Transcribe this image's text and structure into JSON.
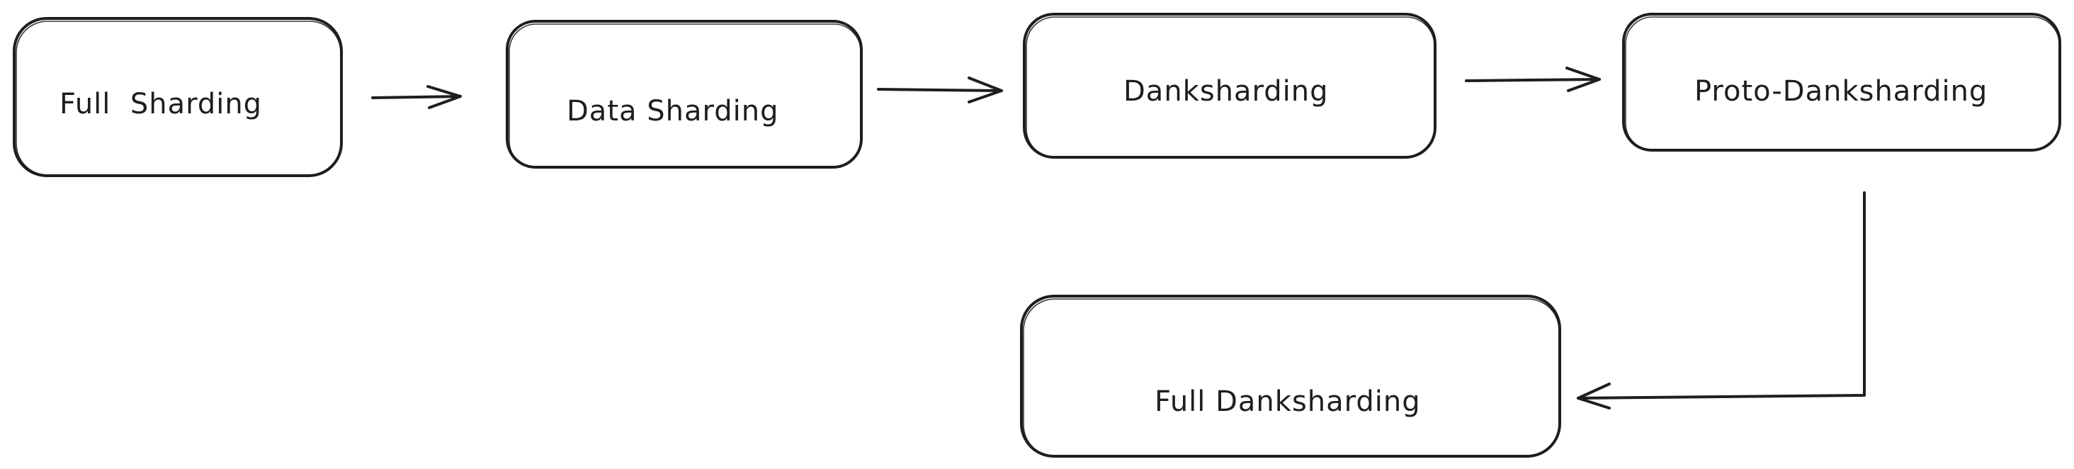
{
  "diagram": {
    "nodes": {
      "full_sharding": "Full  Sharding",
      "data_sharding": "Data Sharding",
      "danksharding": "Danksharding",
      "proto_danksharding": "Proto-Danksharding",
      "full_danksharding": "Full Danksharding"
    },
    "edges": [
      {
        "from": "Full  Sharding",
        "to": "Data Sharding"
      },
      {
        "from": "Data Sharding",
        "to": "Danksharding"
      },
      {
        "from": "Danksharding",
        "to": "Proto-Danksharding"
      },
      {
        "from": "Proto-Danksharding",
        "to": "Full Danksharding"
      }
    ],
    "colors": {
      "stroke": "#1e1e1e",
      "background": "#ffffff"
    }
  }
}
